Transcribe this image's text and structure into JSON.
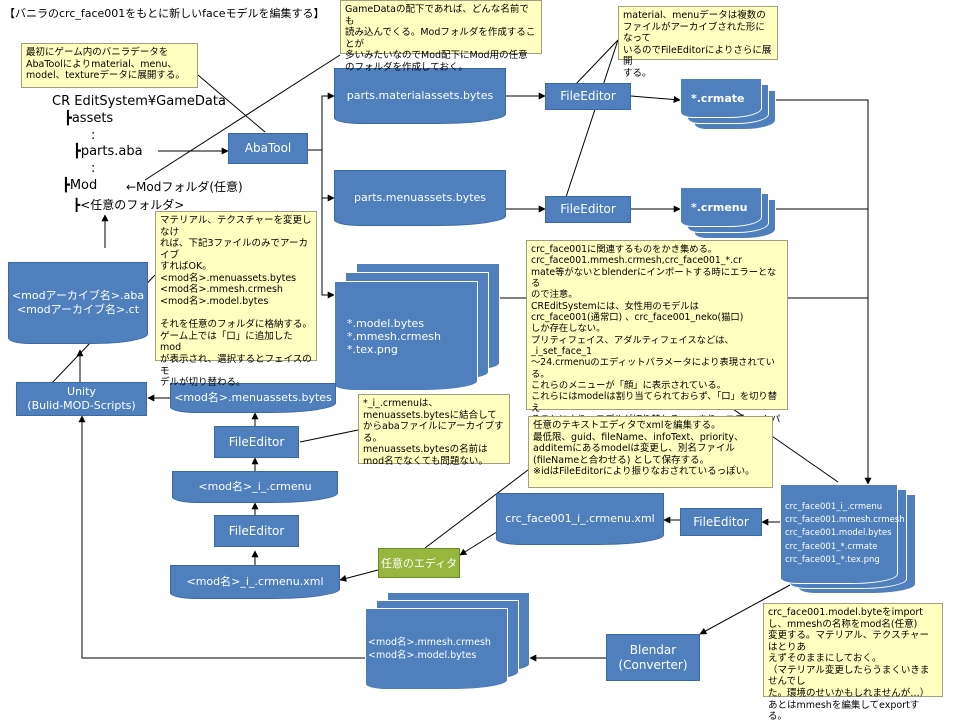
{
  "title": "【バニラのcrc_face001をもとに新しいfaceモデルを編集する】",
  "notes": {
    "intro": "最初にゲーム内のバニラデータを\nAbaToolによりmaterial、menu、\nmodel、textureデータに展開する。",
    "gamedata": "GameDataの配下であれば、どんな名前でも\n読み込んでくる。Modフォルダを作成することが\n多いみたいなのでMod配下にMod用の任意\nのフォルダを作成しておく。",
    "material": "material、menuデータは複数の\nファイルがアーカイブされた形になって\nいるのでFileEditorによりさらに展開\nする。",
    "archive": "マテリアル、テクスチャーを変更しなけ\nれば、下記3ファイルのみでアーカイブ\nすればOK。\n<mod名>.menuassets.bytes\n<mod名>.mmesh.crmesh\n<mod名>.model.bytes\n\nそれを任意のフォルダに格納する。\nゲーム上では「口」に追加したmod\nが表示され、選択するとフェイスのモ\nデルが切り替わる。",
    "collect": "crc_face001に関連するものをかき集める。\ncrc_face001.mmesh.crmesh,crc_face001_*.cr\nmate等がないとblenderにインポートする時にエラーとなる\nので注意。\nCREditSystemには、女性用のモデルは\ncrc_face001(通常口) 、crc_face001_neko(猫口)\nしか存在しない。\nプリティフェイス、アダルティフェイスなどは、_i_set_face_1\n～24.crmenuのエディットパラメータにより表現されている。\nこれらのメニューが「顔」に表示されている。\nこれらにはmodelは割り当てられておらず、「口」を切り替え\nることにより、モデルが切り替わる。つまり、エディットパラメー\nタは共通となっている。",
    "crmenu": "*_i_.crmenuは、\nmenuassets.bytesに結合して\nからabaファイルにアーカイブする。\nmenuassets.bytesの名前は\nmod名でなくても問題ない。",
    "xmlEdit": "任意のテキストエディタでxmlを編集する。\n最低限、guid、fileName、infoText、priority、\nadditemにあるmodelは変更し、別名ファイル\n(fileNameと合わせる) として保存する。\n※idはFileEditorにより振りなおされているっぽい。",
    "blender": "crc_face001.model.byteをimport\nし、mmeshの名称をmod名(任意)\n変更する。マテリアル、テクスチャーはとりあ\nえずそのままにしておく。\n（マテリアル変更したらうまくいきませんでし\nた。環境のせいかもしれませんが…）\nあとはmmeshを編集してexportする。"
  },
  "tree": {
    "root": "CR EditSystem¥GameData",
    "assets": "┣assets",
    "dots1": ":",
    "parts_aba": "┣parts.aba",
    "dots2": ":",
    "mod": "┣Mod",
    "mod_note": "←Modフォルダ(任意)",
    "folder": "┣<任意のフォルダ>"
  },
  "nodes": {
    "abatool": "AbaTool",
    "materialassets": "parts.materialassets.bytes",
    "menuassets": "parts.menuassets.bytes",
    "fileeditor": "FileEditor",
    "crmate": "*.crmate",
    "crmenu": "*.crmenu",
    "models": "*.model.bytes\n*.mmesh.crmesh\n*.tex.png",
    "mod_aba": "<modアーカイブ名>.aba\n<modアーカイブ名>.ct",
    "unity": "Unity\n(Bulid-MOD-Scripts)",
    "mod_menuassets": "<mod名>.menuassets.bytes",
    "mod_crmenu": "<mod名>_i_.crmenu",
    "mod_crmenu_xml": "<mod名>_i_.crmenu.xml",
    "editor": "任意のエディタ",
    "crc_xml": "crc_face001_i_.crmenu.xml",
    "crc_files": "crc_face001_i_.crmenu\ncrc_face001.mmesh.crmesh\ncrc_face001.model.bytes\ncrc_face001_*.crmate\ncrc_face001_*.tex.png",
    "blendar": "Blendar\n(Converter)",
    "mod_mesh": "<mod名>.mmesh.crmesh\n<mod名>.model.bytes"
  }
}
